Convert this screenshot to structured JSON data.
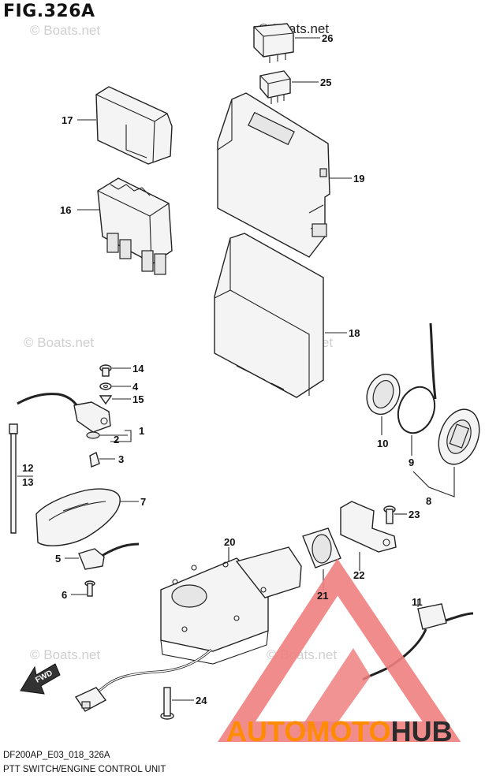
{
  "figure": {
    "title": "FIG.326A",
    "model_code": "DF200AP_E03_018_326A",
    "caption": "PTT SWITCH/ENGINE CONTROL UNIT"
  },
  "watermarks": {
    "top": "© Boats.net",
    "faded": "© Boats.net"
  },
  "logo": {
    "text_a": "AUTOMOTO",
    "text_b": "HUB",
    "accent_color": "#ff8c00",
    "dark_color": "#2b2b2b",
    "triangle_color": "#f08080"
  },
  "callouts": {
    "c1": "1",
    "c2": "2",
    "c3": "3",
    "c4": "4",
    "c5": "5",
    "c6": "6",
    "c7": "7",
    "c8": "8",
    "c9": "9",
    "c10": "10",
    "c11": "11",
    "c12": "12",
    "c13": "13",
    "c14": "14",
    "c15": "15",
    "c16": "16",
    "c17": "17",
    "c18": "18",
    "c19": "19",
    "c20": "20",
    "c21": "21",
    "c22": "22",
    "c23": "23",
    "c24": "24",
    "c25": "25",
    "c26": "26"
  },
  "fwd_label": "FWD"
}
